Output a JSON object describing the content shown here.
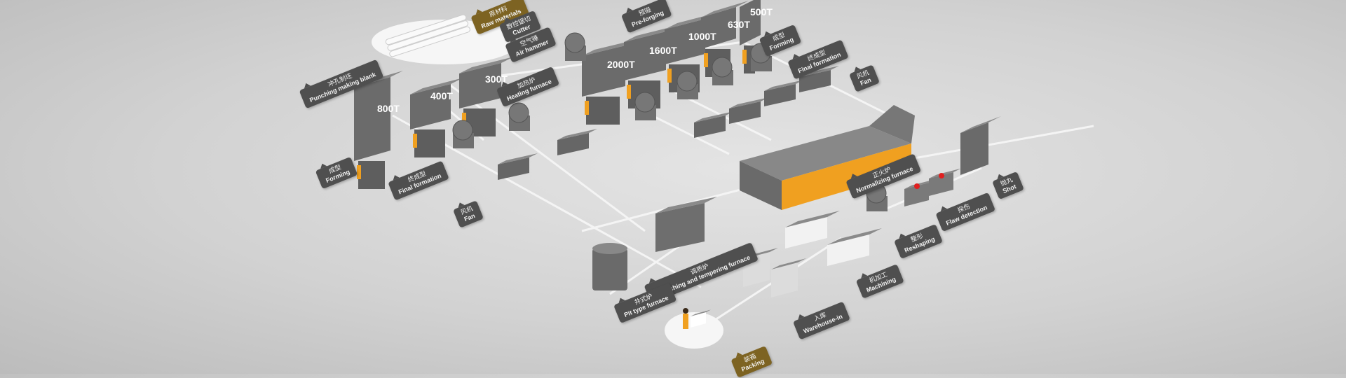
{
  "labels": {
    "raw_materials": {
      "zh": "原材料",
      "en": "Raw materials"
    },
    "cutter": {
      "zh": "数控锯切",
      "en": "Cutter"
    },
    "air_hammer": {
      "zh": "空气锤",
      "en": "Air hammer"
    },
    "pre_forging": {
      "zh": "预锻",
      "en": "Pre-forging"
    },
    "forming_right": {
      "zh": "成型",
      "en": "Forming"
    },
    "final_formation_right": {
      "zh": "终成型",
      "en": "Final formation"
    },
    "fan_right": {
      "zh": "风机",
      "en": "Fan"
    },
    "punching": {
      "zh": "冲孔制坯",
      "en": "Punching making blank"
    },
    "heating_furnace": {
      "zh": "加热炉",
      "en": "Heating furnace"
    },
    "forming_left": {
      "zh": "成型",
      "en": "Forming"
    },
    "final_formation_left": {
      "zh": "终成型",
      "en": "Final formation"
    },
    "fan_left": {
      "zh": "风机",
      "en": "Fan"
    },
    "normalizing_furnace": {
      "zh": "正火炉",
      "en": "Normalizing furnace"
    },
    "shot": {
      "zh": "抛丸",
      "en": "Shot"
    },
    "flaw_detection": {
      "zh": "探伤",
      "en": "Flaw detection"
    },
    "reshaping": {
      "zh": "整形",
      "en": "Reshaping"
    },
    "machining": {
      "zh": "机加工",
      "en": "Machining"
    },
    "quenching": {
      "zh": "调质炉",
      "en": "Quenching and tempering furnace"
    },
    "pit_furnace": {
      "zh": "井式炉",
      "en": "Pit type furnace"
    },
    "warehouse_in": {
      "zh": "入库",
      "en": "Warehouse-in"
    },
    "packing": {
      "zh": "装箱",
      "en": "Packing"
    }
  },
  "presses": [
    "800T",
    "400T",
    "300T",
    "2000T",
    "1600T",
    "1000T",
    "630T",
    "500T"
  ],
  "colors": {
    "label_bg": "#4f4f4f",
    "highlight_label_bg": "#7d6322",
    "machine": "#6d6d6d",
    "accent": "#f0a020"
  }
}
